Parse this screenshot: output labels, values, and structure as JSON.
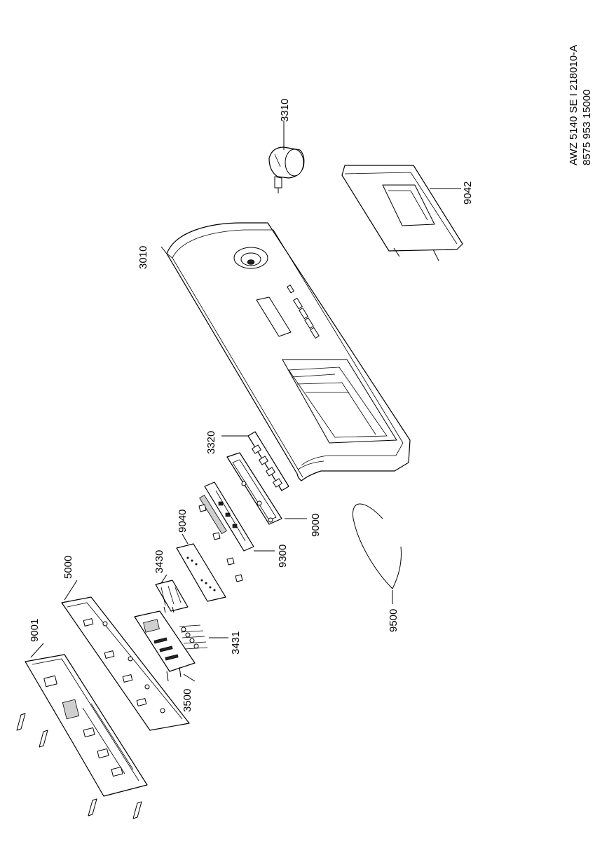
{
  "header": {
    "model_line": "AWZ 5140 SE I     218010-A",
    "code_line": "8575 953 15000"
  },
  "parts": {
    "p3310": "3310",
    "p3010": "3010",
    "p9042": "9042",
    "p3320": "3320",
    "p9040": "9040",
    "p9000": "9000",
    "p9300": "9300",
    "p3430": "3430",
    "p5000": "5000",
    "p9001": "9001",
    "p3431": "3431",
    "p3500": "3500",
    "p9500": "9500"
  }
}
